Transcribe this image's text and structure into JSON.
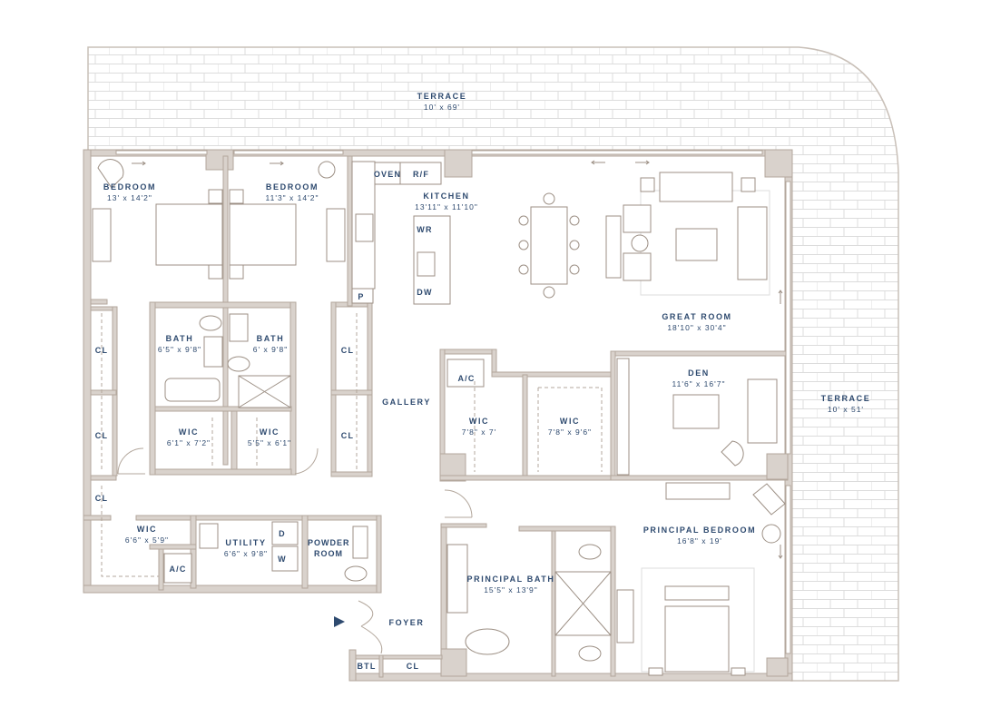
{
  "colors": {
    "wall_fill": "#d9d2cc",
    "wall_line": "#b3a79c",
    "label": "#2e4a6f",
    "terrace_line": "#d6d6d6",
    "furniture": "#9c8f84"
  },
  "rooms": {
    "terrace_top": {
      "name": "TERRACE",
      "dims": "10' x 69'"
    },
    "terrace_right": {
      "name": "TERRACE",
      "dims": "10' x 51'"
    },
    "bedroom_1": {
      "name": "BEDROOM",
      "dims": "13' x 14'2\""
    },
    "bedroom_2": {
      "name": "BEDROOM",
      "dims": "11'3\" x 14'2\""
    },
    "kitchen": {
      "name": "KITCHEN",
      "dims": "13'11\" x 11'10\""
    },
    "great_room": {
      "name": "GREAT ROOM",
      "dims": "18'10\" x 30'4\""
    },
    "bath_1": {
      "name": "BATH",
      "dims": "6'5\" x 9'8\""
    },
    "bath_2": {
      "name": "BATH",
      "dims": "6' x 9'8\""
    },
    "wic_1": {
      "name": "WIC",
      "dims": "6'1\" x 7'2\""
    },
    "wic_2": {
      "name": "WIC",
      "dims": "5'5\" x 6'1\""
    },
    "gallery": {
      "name": "GALLERY"
    },
    "wic_3": {
      "name": "WIC",
      "dims": "7'8\" x 7'"
    },
    "wic_4": {
      "name": "WIC",
      "dims": "7'8\" x 9'6\""
    },
    "den": {
      "name": "DEN",
      "dims": "11'6\" x 16'7\""
    },
    "wic_5": {
      "name": "WIC",
      "dims": "6'6\" x 5'9\""
    },
    "utility": {
      "name": "UTILITY",
      "dims": "6'6\" x 9'8\""
    },
    "powder_room": {
      "name": "POWDER ROOM"
    },
    "principal_bedroom": {
      "name": "PRINCIPAL BEDROOM",
      "dims": "16'8\" x 19'"
    },
    "principal_bath": {
      "name": "PRINCIPAL BATH",
      "dims": "15'5\" x 13'9\""
    },
    "foyer": {
      "name": "FOYER"
    }
  },
  "tags": {
    "cl": "CL",
    "ac": "A/C",
    "oven": "OVEN",
    "rf": "R/F",
    "wr": "WR",
    "dw": "DW",
    "p": "P",
    "dryer": "D",
    "washer": "W",
    "btl": "BTL"
  },
  "icons": {
    "entry": "entry-arrow-icon",
    "slide": "sliding-door-arrow-icon"
  }
}
